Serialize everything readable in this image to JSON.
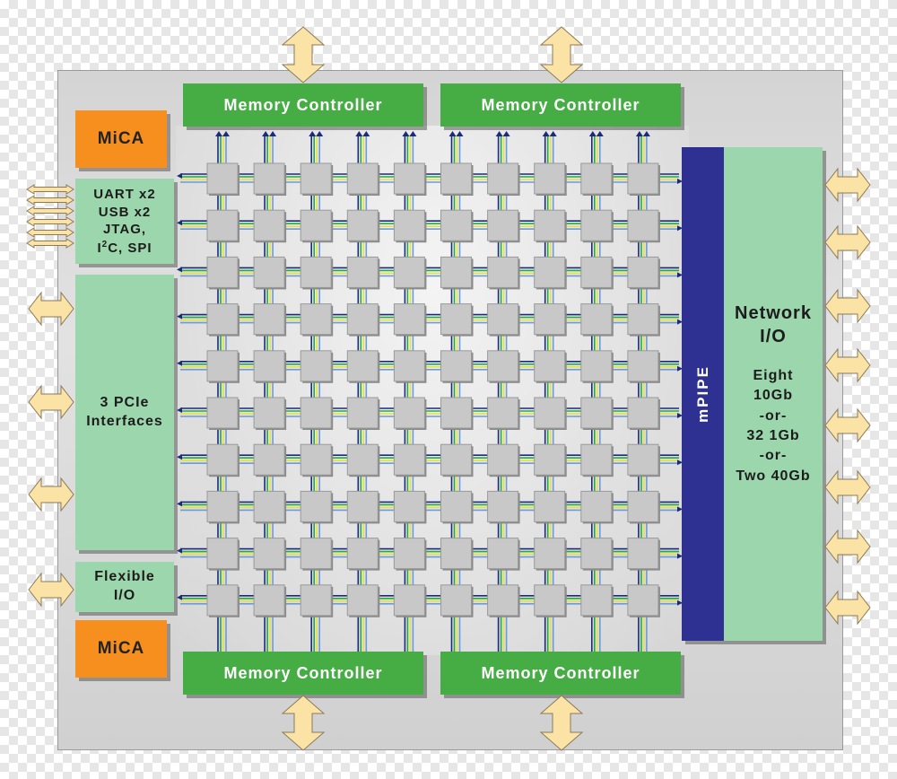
{
  "labels": {
    "memory_controller_top_left": "Memory Controller",
    "memory_controller_top_right": "Memory Controller",
    "memory_controller_bottom_left": "Memory Controller",
    "memory_controller_bottom_right": "Memory Controller",
    "mica_top": "MiCA",
    "mica_bottom": "MiCA",
    "uart_line1": "UART x2",
    "uart_line2": "USB x2",
    "uart_line3": "JTAG,",
    "uart_line4_prefix": "I",
    "uart_line4_sup": "2",
    "uart_line4_suffix": "C, SPI",
    "pcie_line1": "3 PCIe",
    "pcie_line2": "Interfaces",
    "flexible_line1": "Flexible",
    "flexible_line2": "I/O",
    "mpipe": "mPIPE",
    "network_line1": "Network",
    "network_line2": "I/O",
    "network_detail1": "Eight",
    "network_detail2": "10Gb",
    "network_detail3": "-or-",
    "network_detail4": "32 1Gb",
    "network_detail5": "-or-",
    "network_detail6": "Two 40Gb"
  },
  "tile_grid": {
    "columns": 10,
    "rows": 10
  },
  "colors": {
    "memory_controller": "#46ad44",
    "mica": "#f78f1e",
    "io_block": "#9cd6ac",
    "mpipe": "#2e3192",
    "tile": "#c8c8c8",
    "arrow_fill": "#fbe3a6",
    "mesh_lines": [
      "#1c2a7a",
      "#22aa44",
      "#e8e040",
      "#6a9ae0"
    ]
  }
}
